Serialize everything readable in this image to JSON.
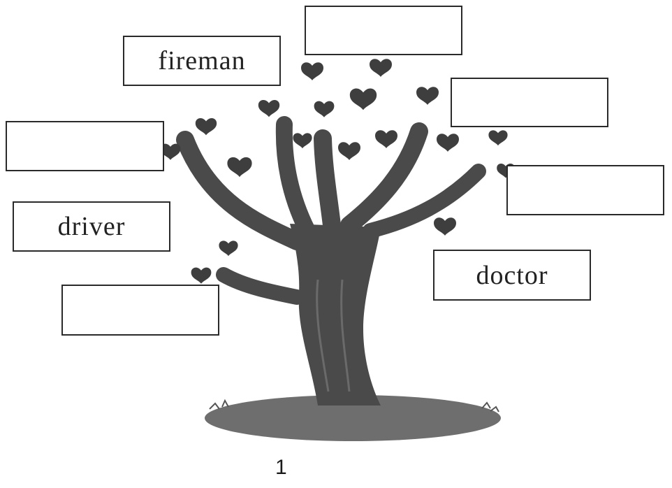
{
  "worksheet": {
    "boxes": [
      {
        "text": ""
      },
      {
        "text": "fireman"
      },
      {
        "text": ""
      },
      {
        "text": ""
      },
      {
        "text": ""
      },
      {
        "text": "driver"
      },
      {
        "text": "doctor"
      },
      {
        "text": ""
      }
    ],
    "page_number": "1",
    "colors": {
      "ink": "#222222",
      "trunk": "#4a4a4a",
      "heart": "#3e3e3e",
      "ground": "#6e6e6e"
    }
  }
}
